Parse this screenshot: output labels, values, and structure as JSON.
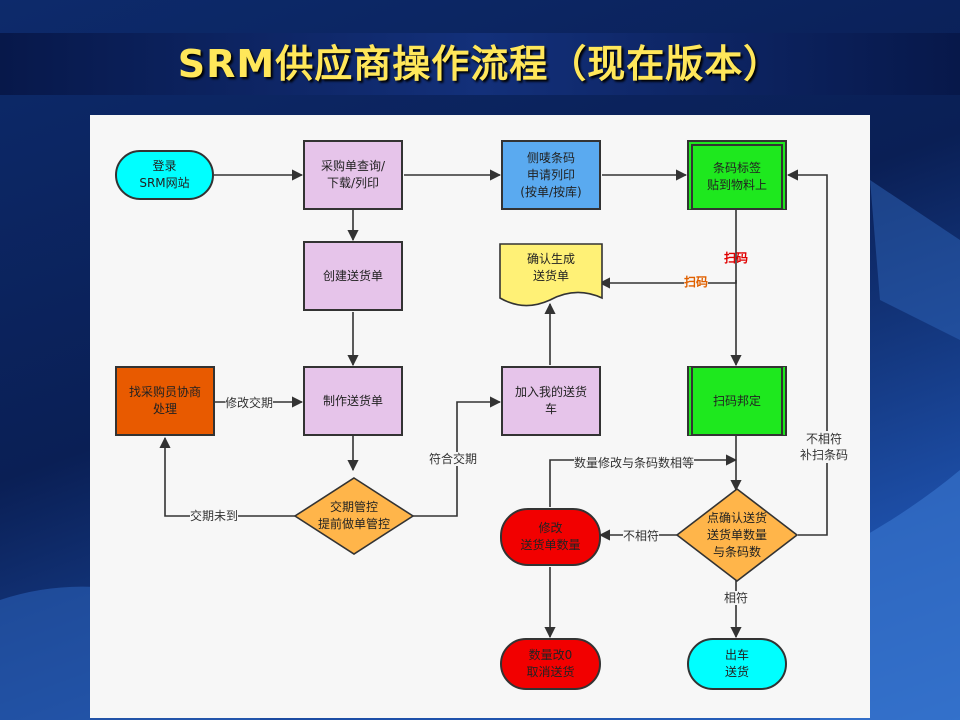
{
  "title": "SRM供应商操作流程（现在版本）",
  "nodes": {
    "login": "登录\nSRM网站",
    "po_query": "采购单查询/\n下载/列印",
    "barcode_apply": "侧唛条码\n申请列印\n(按单/按库)",
    "barcode_label": "条码标签\n贴到物料上",
    "create_delivery": "创建送货单",
    "confirm_generate": "确认生成\n送货单",
    "contact_buyer": "找采购员协商\n处理",
    "make_delivery": "制作送货单",
    "add_cart": "加入我的送货\n车",
    "scan_bind": "扫码邦定",
    "date_control": "交期管控\n提前做单管控",
    "modify_qty": "修改\n送货单数量",
    "confirm_count": "点确认送货\n送货单数量\n与条码数",
    "qty_zero": "数量改0\n取消送货",
    "dispatch": "出车\n送货"
  },
  "edge_labels": {
    "modify_date": "修改交期",
    "date_not_reached": "交期未到",
    "date_match": "符合交期",
    "scan_1": "扫码",
    "scan_2": "扫码",
    "qty_equal": "数量修改与条码数相等",
    "not_match": "不相符",
    "not_match_rescan": "不相符\n补扫条码",
    "match": "相符"
  },
  "colors": {
    "cyan": "#00ffff",
    "lavender": "#e6c4ea",
    "blue": "#5aaaf0",
    "green": "#1ee81e",
    "orange_red": "#e85a00",
    "yellow": "#fff176",
    "amber": "#ffb54a",
    "red": "#f20000",
    "title": "#ffe75a"
  }
}
